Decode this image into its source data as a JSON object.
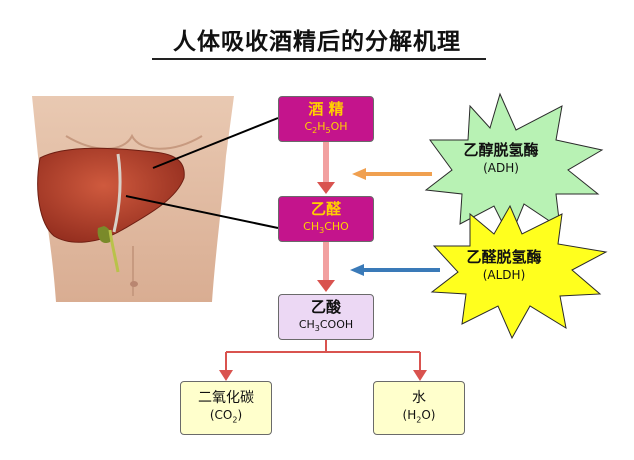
{
  "title": "人体吸收酒精后的分解机理",
  "metabolites": {
    "ethanol": {
      "name": "酒 精",
      "formula_parts": [
        "C",
        "2",
        "H",
        "5",
        "OH"
      ]
    },
    "acetaldehyde": {
      "name": "乙醛",
      "formula_parts": [
        "CH",
        "3",
        "CHO"
      ]
    },
    "acetic_acid": {
      "name": "乙酸",
      "formula_parts": [
        "CH",
        "3",
        "COOH"
      ]
    }
  },
  "products": {
    "co2": {
      "name": "二氧化碳",
      "formula_parts": [
        "(CO",
        "2",
        ")"
      ]
    },
    "water": {
      "name": "水",
      "formula_parts": [
        "(H",
        "2",
        "O)"
      ]
    }
  },
  "enzymes": {
    "adh": {
      "name": "乙醇脱氢酶",
      "abbr": "(ADH)",
      "color": "#b8f2b4",
      "arrow_color": "#f0a050"
    },
    "aldh": {
      "name": "乙醛脱氢酶",
      "abbr": "(ALDH)",
      "color": "#ffff1e",
      "arrow_color": "#3a7ab8"
    }
  },
  "colors": {
    "metabolite_box": "#c4148c",
    "metabolite_text": "#ffd000",
    "acetic_box": "#ecd8f4",
    "product_box": "#ffffcc",
    "flow_arrow": "#d9534f",
    "liver": "#b33a2a"
  }
}
